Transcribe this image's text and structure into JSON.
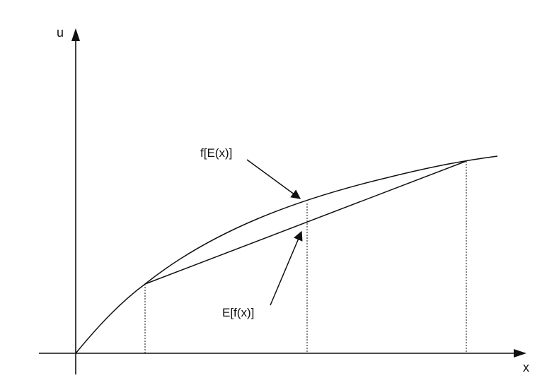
{
  "diagram": {
    "axes": {
      "y_label": "u",
      "x_label": "x"
    },
    "labels": {
      "upper": "f[E(x)]",
      "lower": "E[f(x)]"
    },
    "colors": {
      "stroke": "#111111",
      "background": "#ffffff"
    }
  }
}
